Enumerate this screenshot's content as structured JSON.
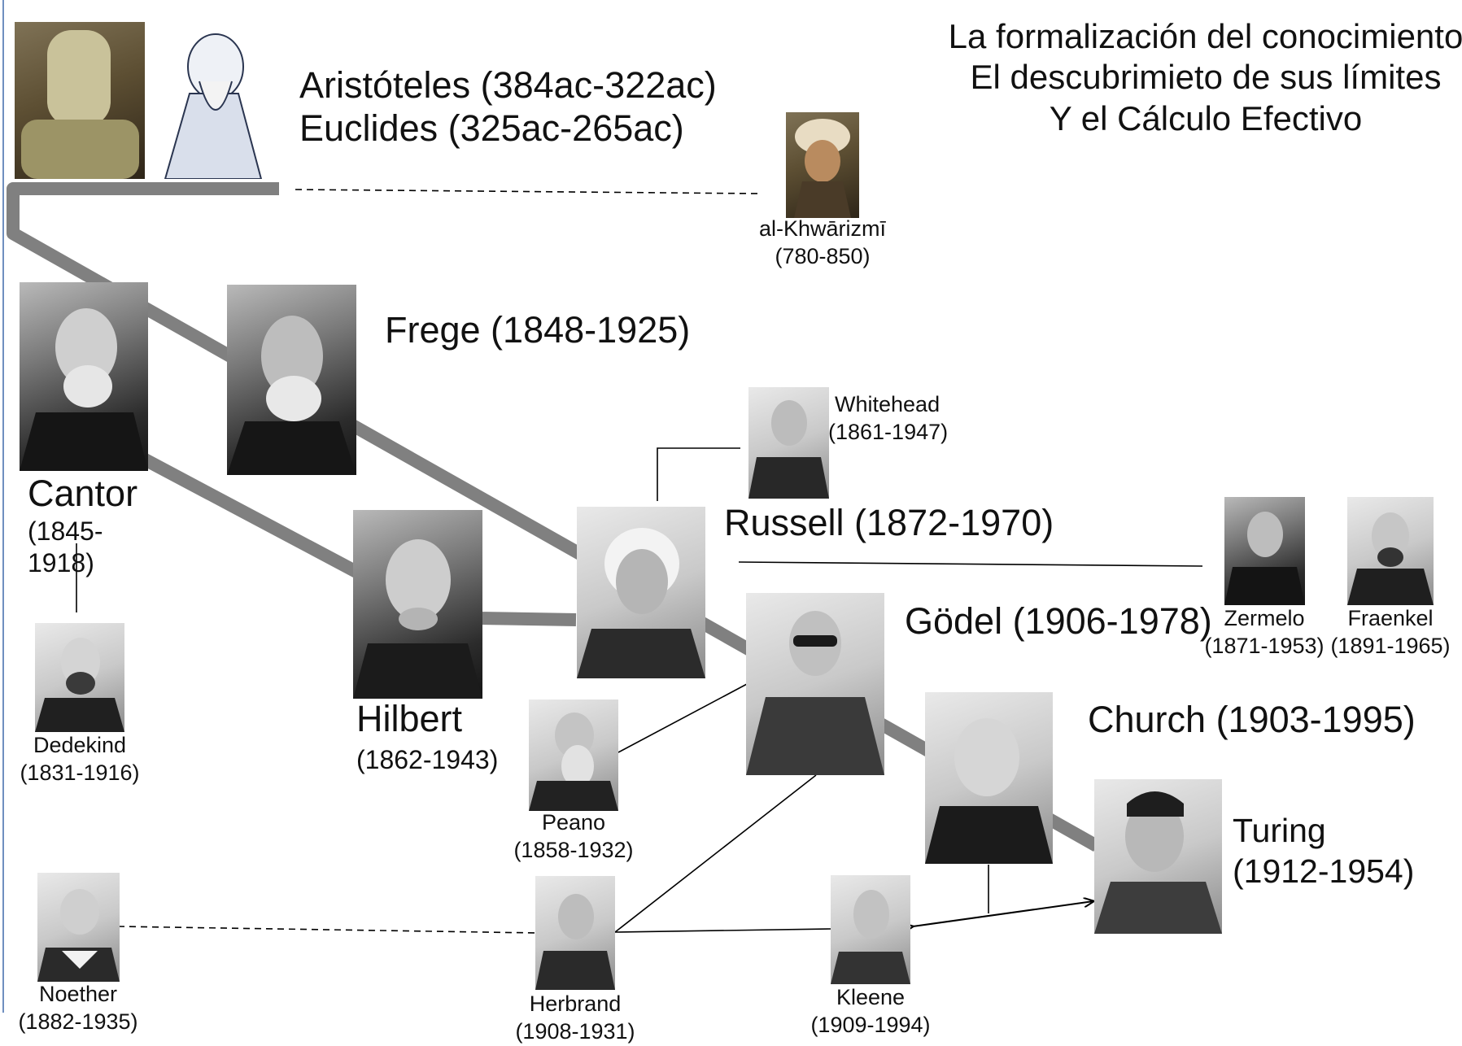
{
  "title": {
    "line1": "La formalización del conocimiento",
    "line2": "El descubrimieto de sus límites",
    "line3": "Y el Cálculo Efectivo"
  },
  "people": {
    "aristoteles": {
      "name": "Aristóteles (384ac-322ac)"
    },
    "euclides": {
      "name": "Euclides (325ac-265ac)"
    },
    "khwarizmi": {
      "name": "al-Khwārizmī",
      "years": "(780-850)"
    },
    "frege": {
      "name": "Frege (1848-1925)"
    },
    "cantor": {
      "name": "Cantor",
      "years_a": "(1845-",
      "years_b": "1918)"
    },
    "dedekind": {
      "name": "Dedekind",
      "years": "(1831-1916)"
    },
    "whitehead": {
      "name": "Whitehead",
      "years": "(1861-1947)"
    },
    "russell": {
      "name": "Russell (1872-1970)"
    },
    "hilbert": {
      "name": "Hilbert",
      "years": "(1862-1943)"
    },
    "godel": {
      "name": "Gödel (1906-1978)"
    },
    "zermelo": {
      "name": "Zermelo",
      "years": "(1871-1953)"
    },
    "fraenkel": {
      "name": "Fraenkel",
      "years": "(1891-1965)"
    },
    "church": {
      "name": "Church (1903-1995)"
    },
    "peano": {
      "name": "Peano",
      "years": "(1858-1932)"
    },
    "turing": {
      "name": "Turing",
      "years": "(1912-1954)"
    },
    "noether": {
      "name": "Noether",
      "years": "(1882-1935)"
    },
    "herbrand": {
      "name": "Herbrand",
      "years": "(1908-1931)"
    },
    "kleene": {
      "name": "Kleene",
      "years": "(1909-1994)"
    }
  },
  "colors": {
    "trunk": "#808080",
    "link": "#000000",
    "left_rule": "#6f8fc0"
  }
}
